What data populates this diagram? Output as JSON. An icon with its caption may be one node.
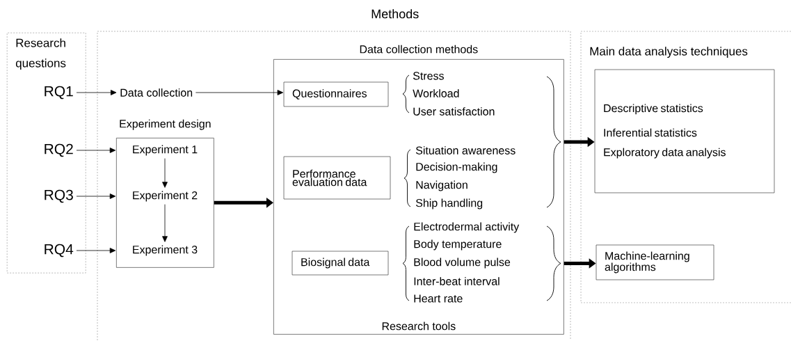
{
  "diagram": {
    "nodes": [
      {
        "text": [
          "Research questions"
        ]
      },
      {
        "text": [
          "RQ1"
        ],
        "in": 0
      },
      {
        "text": [
          "RQ2"
        ],
        "in": 0
      },
      {
        "text": [
          "RQ3"
        ],
        "in": 0
      },
      {
        "text": [
          "RQ4"
        ],
        "in": 0
      },
      {
        "text": [
          "Methods"
        ]
      },
      {
        "text": [
          "Data collection"
        ],
        "in": 5
      },
      {
        "text": [
          "Experiment design"
        ],
        "in": 5
      },
      {
        "text": [
          "Experiment 1"
        ],
        "in": 7
      },
      {
        "text": [
          "Experiment 2"
        ],
        "in": 7
      },
      {
        "text": [
          "Experiment 3"
        ],
        "in": 7
      },
      {
        "text": [
          "Data collection methods",
          "Research tools"
        ],
        "in": 5
      },
      {
        "text": [
          "Questionnaires"
        ],
        "in": 11
      },
      {
        "text": [
          "Performance evaluation data"
        ],
        "in": 11
      },
      {
        "text": [
          "Biosignal data"
        ],
        "in": 11
      },
      {
        "text": [
          "Main data analysis techniques"
        ]
      },
      {
        "text": [
          "Descriptive statistics",
          "Inferential statistics",
          "Exploratory data analysis"
        ],
        "in": 15
      },
      {
        "text": [
          "Machine-learning algorithms"
        ],
        "in": 15
      }
    ],
    "edges": [
      {
        "from": 1,
        "to": 6,
        "arrow": "to"
      },
      {
        "from": 6,
        "to": 12,
        "arrow": "to"
      },
      {
        "from": 2,
        "to": 8,
        "arrow": "to"
      },
      {
        "from": 3,
        "to": 9,
        "arrow": "to"
      },
      {
        "from": 4,
        "to": 10,
        "arrow": "to"
      },
      {
        "from": 8,
        "to": 9,
        "arrow": "to"
      },
      {
        "from": 9,
        "to": 10,
        "arrow": "to"
      },
      {
        "from": 7,
        "to": 11,
        "arrow": "to",
        "style": "thick"
      },
      {
        "from": 11,
        "to": 16,
        "arrow": "to",
        "style": "thick"
      },
      {
        "from": 11,
        "to": 17,
        "arrow": "to",
        "style": "thick"
      }
    ],
    "labels": [
      "Stress",
      "Workload",
      "User satisfaction",
      "Situation awareness",
      "Decision-making",
      "Navigation",
      "Ship handling",
      "Electrodermal activity",
      "Body temperature",
      "Blood volume pulse",
      "Inter-beat interval",
      "Heart rate"
    ]
  }
}
